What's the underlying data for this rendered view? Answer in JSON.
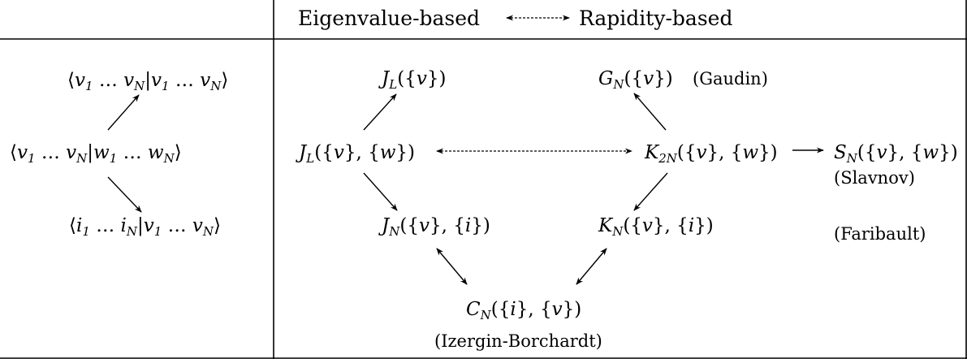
{
  "header": {
    "left_label": "Eigenvalue-based",
    "right_label": "Rapidity-based"
  },
  "left_panel": {
    "top": "⟨v₁ … v_N | v₁ … v_N⟩",
    "middle": "⟨v₁ … v_N | w₁ … w_N⟩",
    "bottom": "⟨i₁ … i_N | v₁ … v_N⟩"
  },
  "nodes": {
    "JL_v": "J_L({v})",
    "GN_v": "G_N({v})",
    "JL_vw": "J_L({v},{w})",
    "K2N_vw": "K_2N({v},{w})",
    "SN_vw": "S_N({v},{w})",
    "JN_vi": "J_N({v},{i})",
    "KN_vi": "K_N({v},{i})",
    "CN_iv": "C_N({i},{v})"
  },
  "annotations": {
    "gaudin": "(Gaudin)",
    "slavnov": "(Slavnov)",
    "faribault": "(Faribault)",
    "izergin": "(Izergin-Borchardt)"
  },
  "colors": {
    "line": "#000000",
    "background": "#ffffff"
  }
}
